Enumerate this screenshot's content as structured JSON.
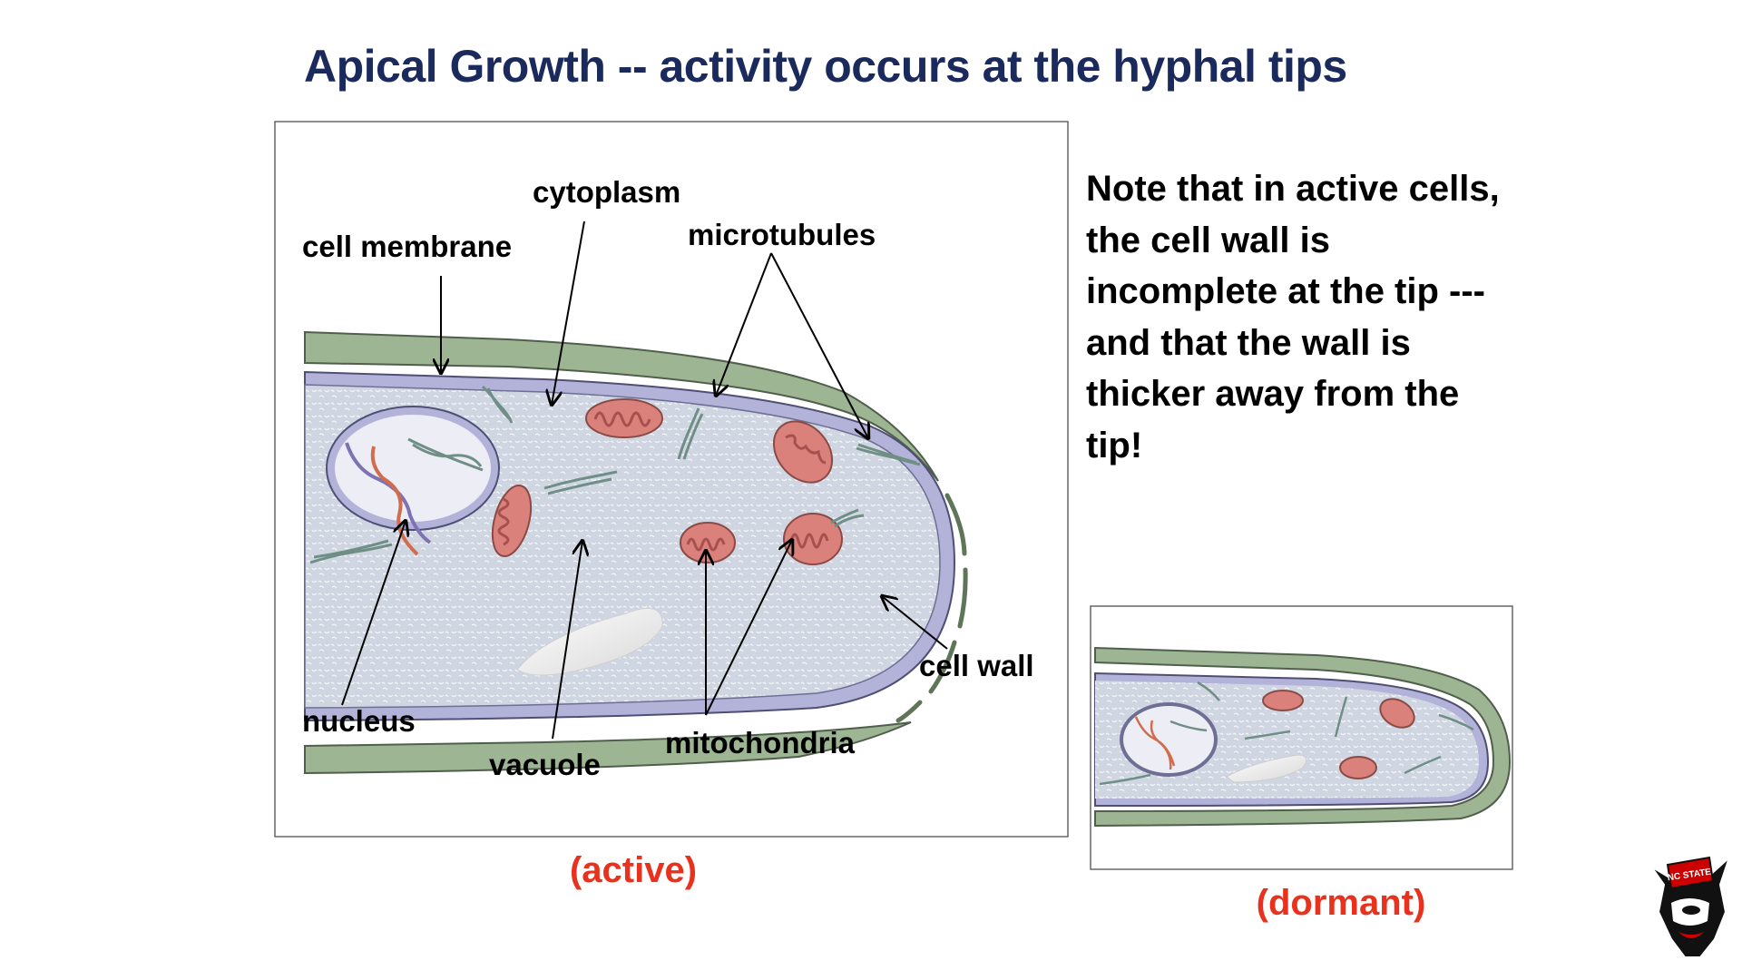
{
  "title": "Apical Growth -- activity occurs at the hyphal tips",
  "diagram_labels": {
    "cell_membrane": "cell membrane",
    "cytoplasm": "cytoplasm",
    "microtubules": "microtubules",
    "nucleus": "nucleus",
    "vacuole": "vacuole",
    "mitochondria": "mitochondria",
    "cell_wall": "cell wall"
  },
  "captions": {
    "active": "(active)",
    "dormant": "(dormant)"
  },
  "note_lines": [
    "Note that in active cells,",
    "the cell wall is",
    "incomplete at the tip ---",
    "and that the wall is",
    "thicker away from the",
    "tip!"
  ],
  "logo": {
    "text": "NC STATE"
  },
  "colors": {
    "title": "#1b2a5c",
    "caption": "#e8321e",
    "cell_wall": "#9db592",
    "membrane": "#b3b3d9",
    "cytoplasm": "#d3d9e3",
    "mitochondria": "#d9817a"
  }
}
